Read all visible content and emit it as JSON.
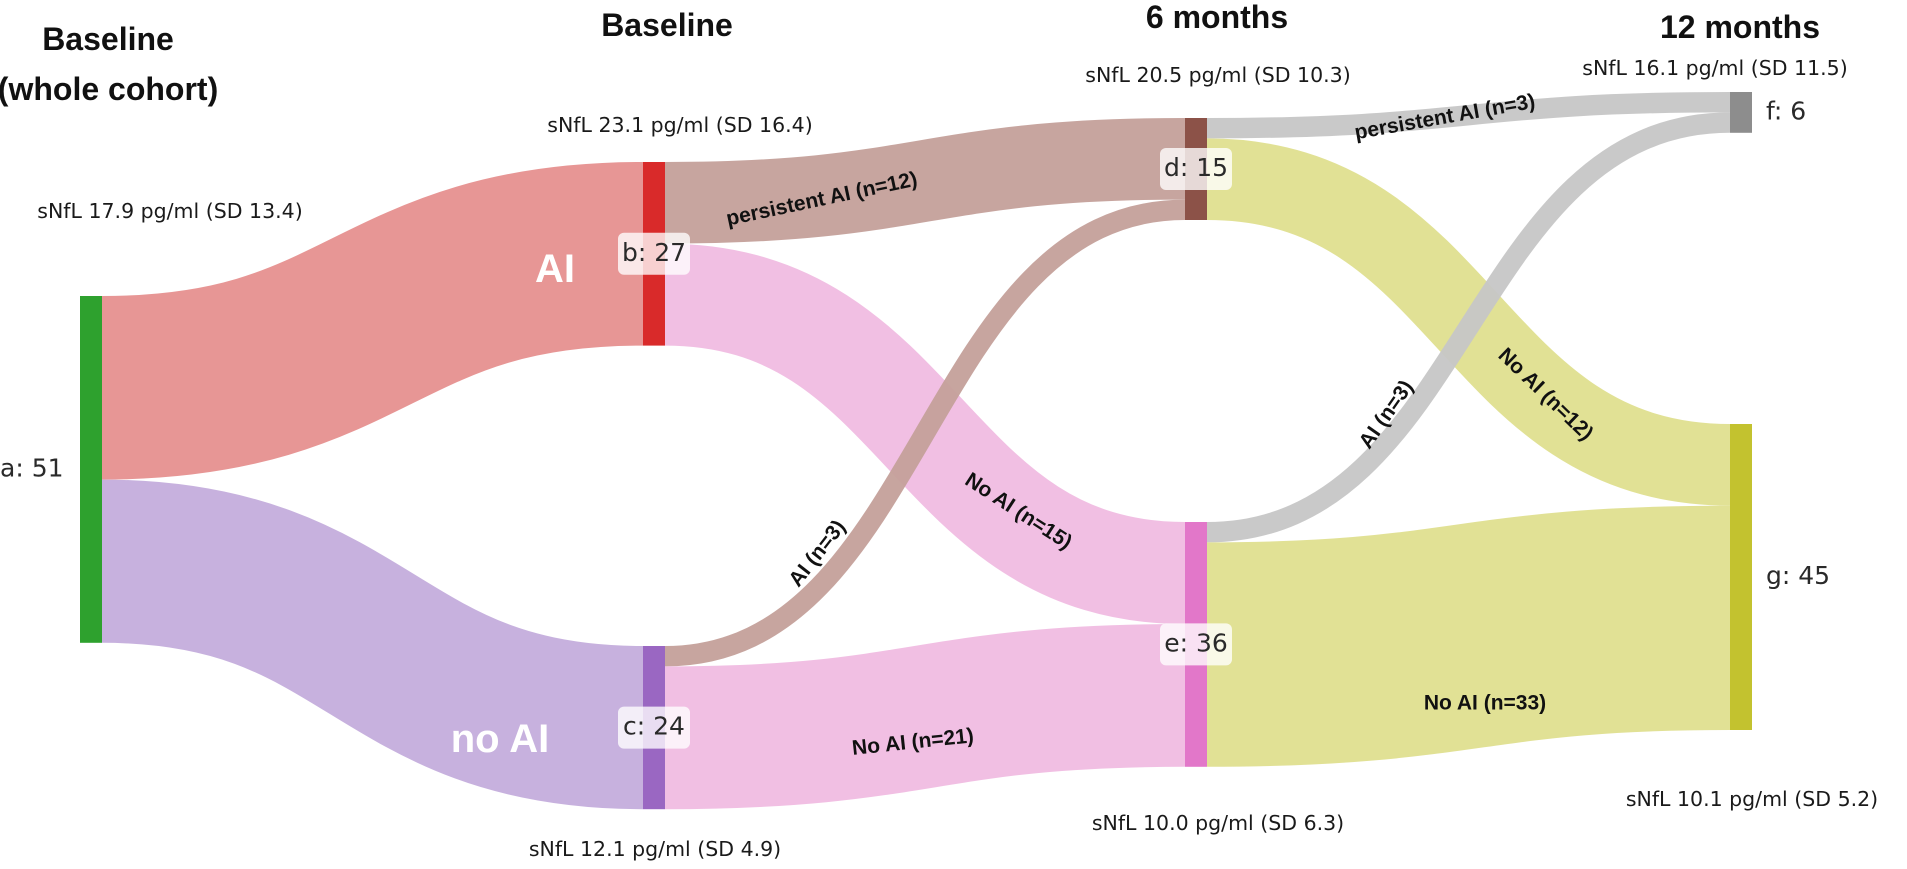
{
  "headers": {
    "col0_line1": "Baseline",
    "col0_line2": "(whole cohort)",
    "col1": "Baseline",
    "col2": "6 months",
    "col3": "12 months"
  },
  "nfl": {
    "whole": "sNfL 17.9 pg/ml (SD 13.4)",
    "b": "sNfL 23.1 pg/ml (SD 16.4)",
    "c": "sNfL 12.1 pg/ml (SD 4.9)",
    "d": "sNfL 20.5 pg/ml (SD 10.3)",
    "e": "sNfL 10.0 pg/ml (SD 6.3)",
    "f": "sNfL 16.1 pg/ml (SD 11.5)",
    "g": "sNfL 10.1 pg/ml (SD 5.2)"
  },
  "groups": {
    "ai": "AI",
    "no_ai": "no AI"
  },
  "nodes": [
    {
      "id": "a",
      "label": "a: 51",
      "value": 51,
      "color": "#2ea12e"
    },
    {
      "id": "b",
      "label": "b: 27",
      "value": 27,
      "color": "#d92a2a"
    },
    {
      "id": "c",
      "label": "c: 24",
      "value": 24,
      "color": "#9a67c2"
    },
    {
      "id": "d",
      "label": "d: 15",
      "value": 15,
      "color": "#8c5248"
    },
    {
      "id": "e",
      "label": "e: 36",
      "value": 36,
      "color": "#e277c9"
    },
    {
      "id": "f",
      "label": "f: 6",
      "value": 6,
      "color": "#8d8d8d"
    },
    {
      "id": "g",
      "label": "g: 45",
      "value": 45,
      "color": "#c3c22f"
    }
  ],
  "links": [
    {
      "source": "a",
      "target": "b",
      "value": 27,
      "color": "#e6908f",
      "label": ""
    },
    {
      "source": "a",
      "target": "c",
      "value": 24,
      "color": "#c4addc",
      "label": ""
    },
    {
      "source": "b",
      "target": "d",
      "value": 12,
      "color": "#c4a09a",
      "label": "persistent  AI (n=12)"
    },
    {
      "source": "b",
      "target": "e",
      "value": 15,
      "color": "#f0bce1",
      "label": "No AI (n=15)"
    },
    {
      "source": "c",
      "target": "d",
      "value": 3,
      "color": "#c4a09a",
      "label": "AI (n=3)"
    },
    {
      "source": "c",
      "target": "e",
      "value": 21,
      "color": "#f0bce1",
      "label": "No AI (n=21)"
    },
    {
      "source": "d",
      "target": "f",
      "value": 3,
      "color": "#c6c6c6",
      "label": "persistent AI (n=3)"
    },
    {
      "source": "d",
      "target": "g",
      "value": 12,
      "color": "#dfdf8f",
      "label": "No AI (n=12)"
    },
    {
      "source": "e",
      "target": "f",
      "value": 3,
      "color": "#c6c6c6",
      "label": "AI (n=3)"
    },
    {
      "source": "e",
      "target": "g",
      "value": 33,
      "color": "#dfdf8f",
      "label": "No AI (n=33)"
    }
  ]
}
